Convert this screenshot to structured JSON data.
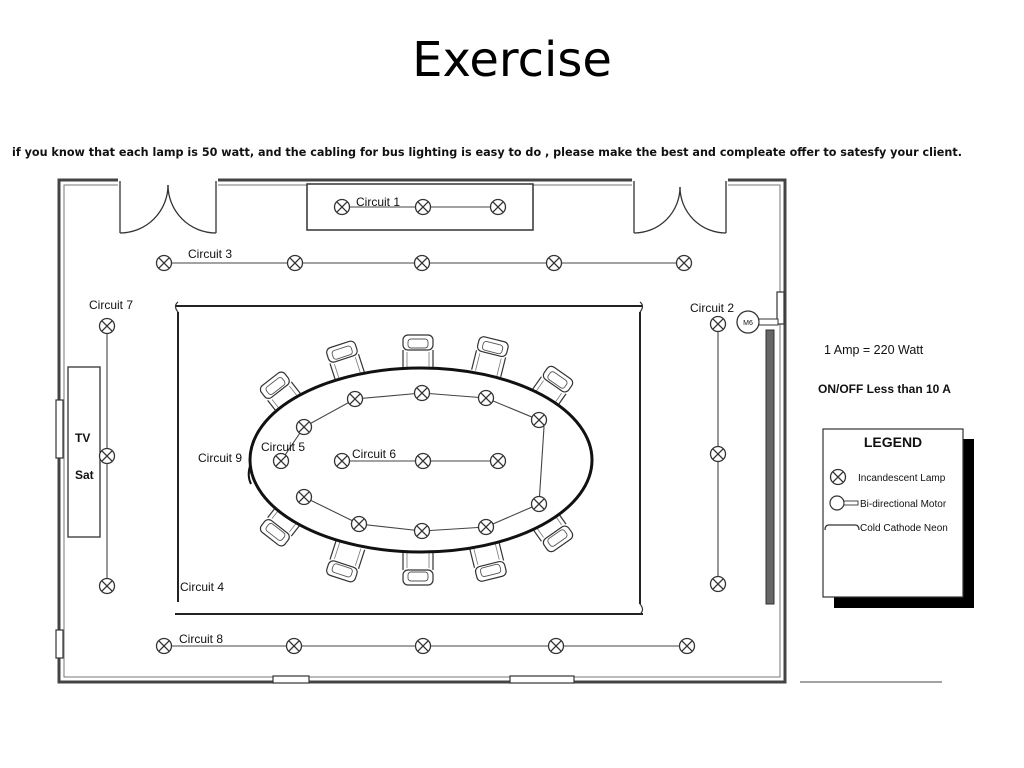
{
  "slide": {
    "title": "Exercise",
    "instruction": "if you know that each lamp is 50 watt, and the cabling for bus lighting is easy to do , please make the best and compleate offer to satesfy your client."
  },
  "plan": {
    "circuits": {
      "c1": "Circuit 1",
      "c2": "Circuit 2",
      "c3": "Circuit 3",
      "c4": "Circuit 4",
      "c5": "Circuit 5",
      "c6": "Circuit 6",
      "c7": "Circuit 7",
      "c8": "Circuit 8",
      "c9": "Circuit 9"
    },
    "tv_label": "TV",
    "sat_label": "Sat",
    "motor_label": "M6"
  },
  "notes": {
    "amp": "1 Amp = 220 Watt",
    "switch": "ON/OFF Less than 10 A"
  },
  "legend": {
    "title": "LEGEND",
    "lamp": "Incandescent Lamp",
    "motor": "Bi-directional Motor",
    "neon": "Cold Cathode Neon"
  },
  "icons": {
    "lamp": "lamp-cross-circle-icon",
    "motor": "motor-circle-icon",
    "neon": "neon-tube-icon"
  }
}
